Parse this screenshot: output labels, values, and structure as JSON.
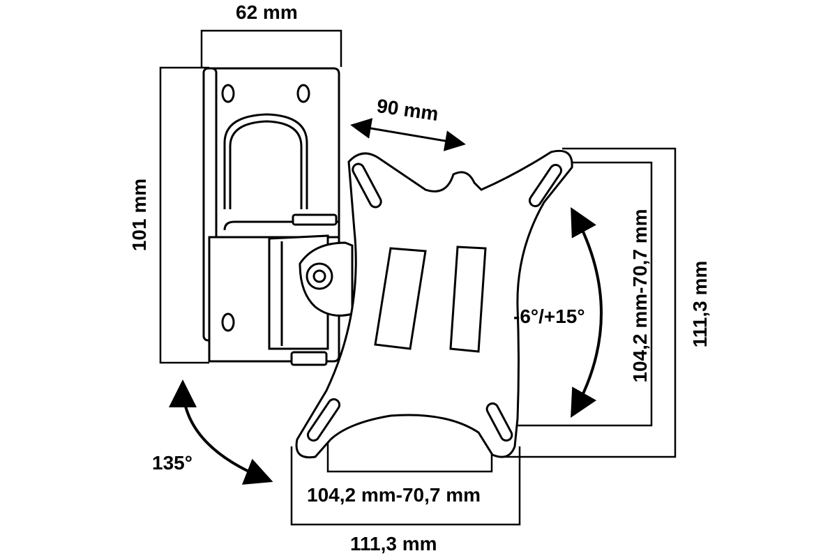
{
  "dimensions": {
    "wall_width": "62 mm",
    "wall_height": "101 mm",
    "arm_length": "90 mm",
    "vesa_horizontal_inner": "104,2 mm-70,7 mm",
    "vesa_horizontal_outer": "111,3 mm",
    "vesa_vertical_inner": "104,2 mm-70,7 mm",
    "vesa_vertical_outer": "111,3 mm"
  },
  "angles": {
    "swivel": "135°",
    "tilt": "-6°/+15°"
  },
  "colors": {
    "ink": "#000000",
    "paper": "#ffffff"
  }
}
